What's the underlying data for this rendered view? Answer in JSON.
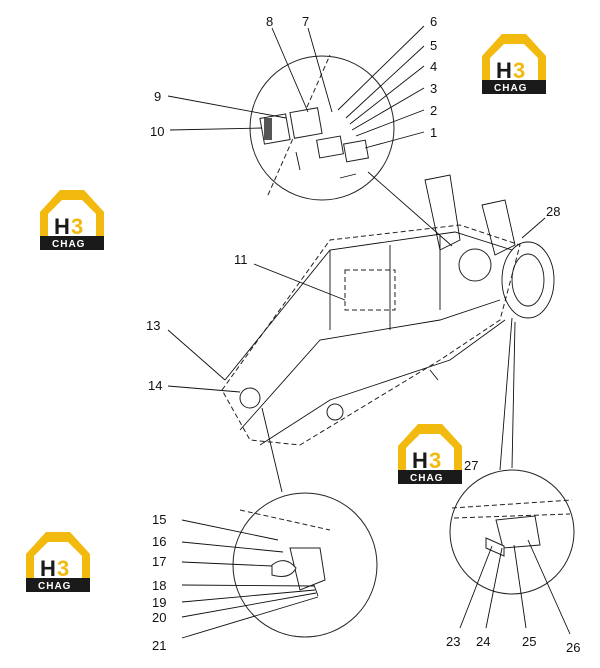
{
  "logo": {
    "letters_h": "H",
    "letters_3": "3",
    "wordmark": "CHAG",
    "colors": {
      "gold": "#f2b90f",
      "dark": "#1a1a1a",
      "white": "#ffffff"
    }
  },
  "part_labels": [
    "1",
    "2",
    "3",
    "4",
    "5",
    "6",
    "7",
    "8",
    "9",
    "10",
    "11",
    "13",
    "14",
    "15",
    "16",
    "17",
    "18",
    "19",
    "20",
    "21",
    "23",
    "24",
    "25",
    "26",
    "27",
    "28"
  ]
}
